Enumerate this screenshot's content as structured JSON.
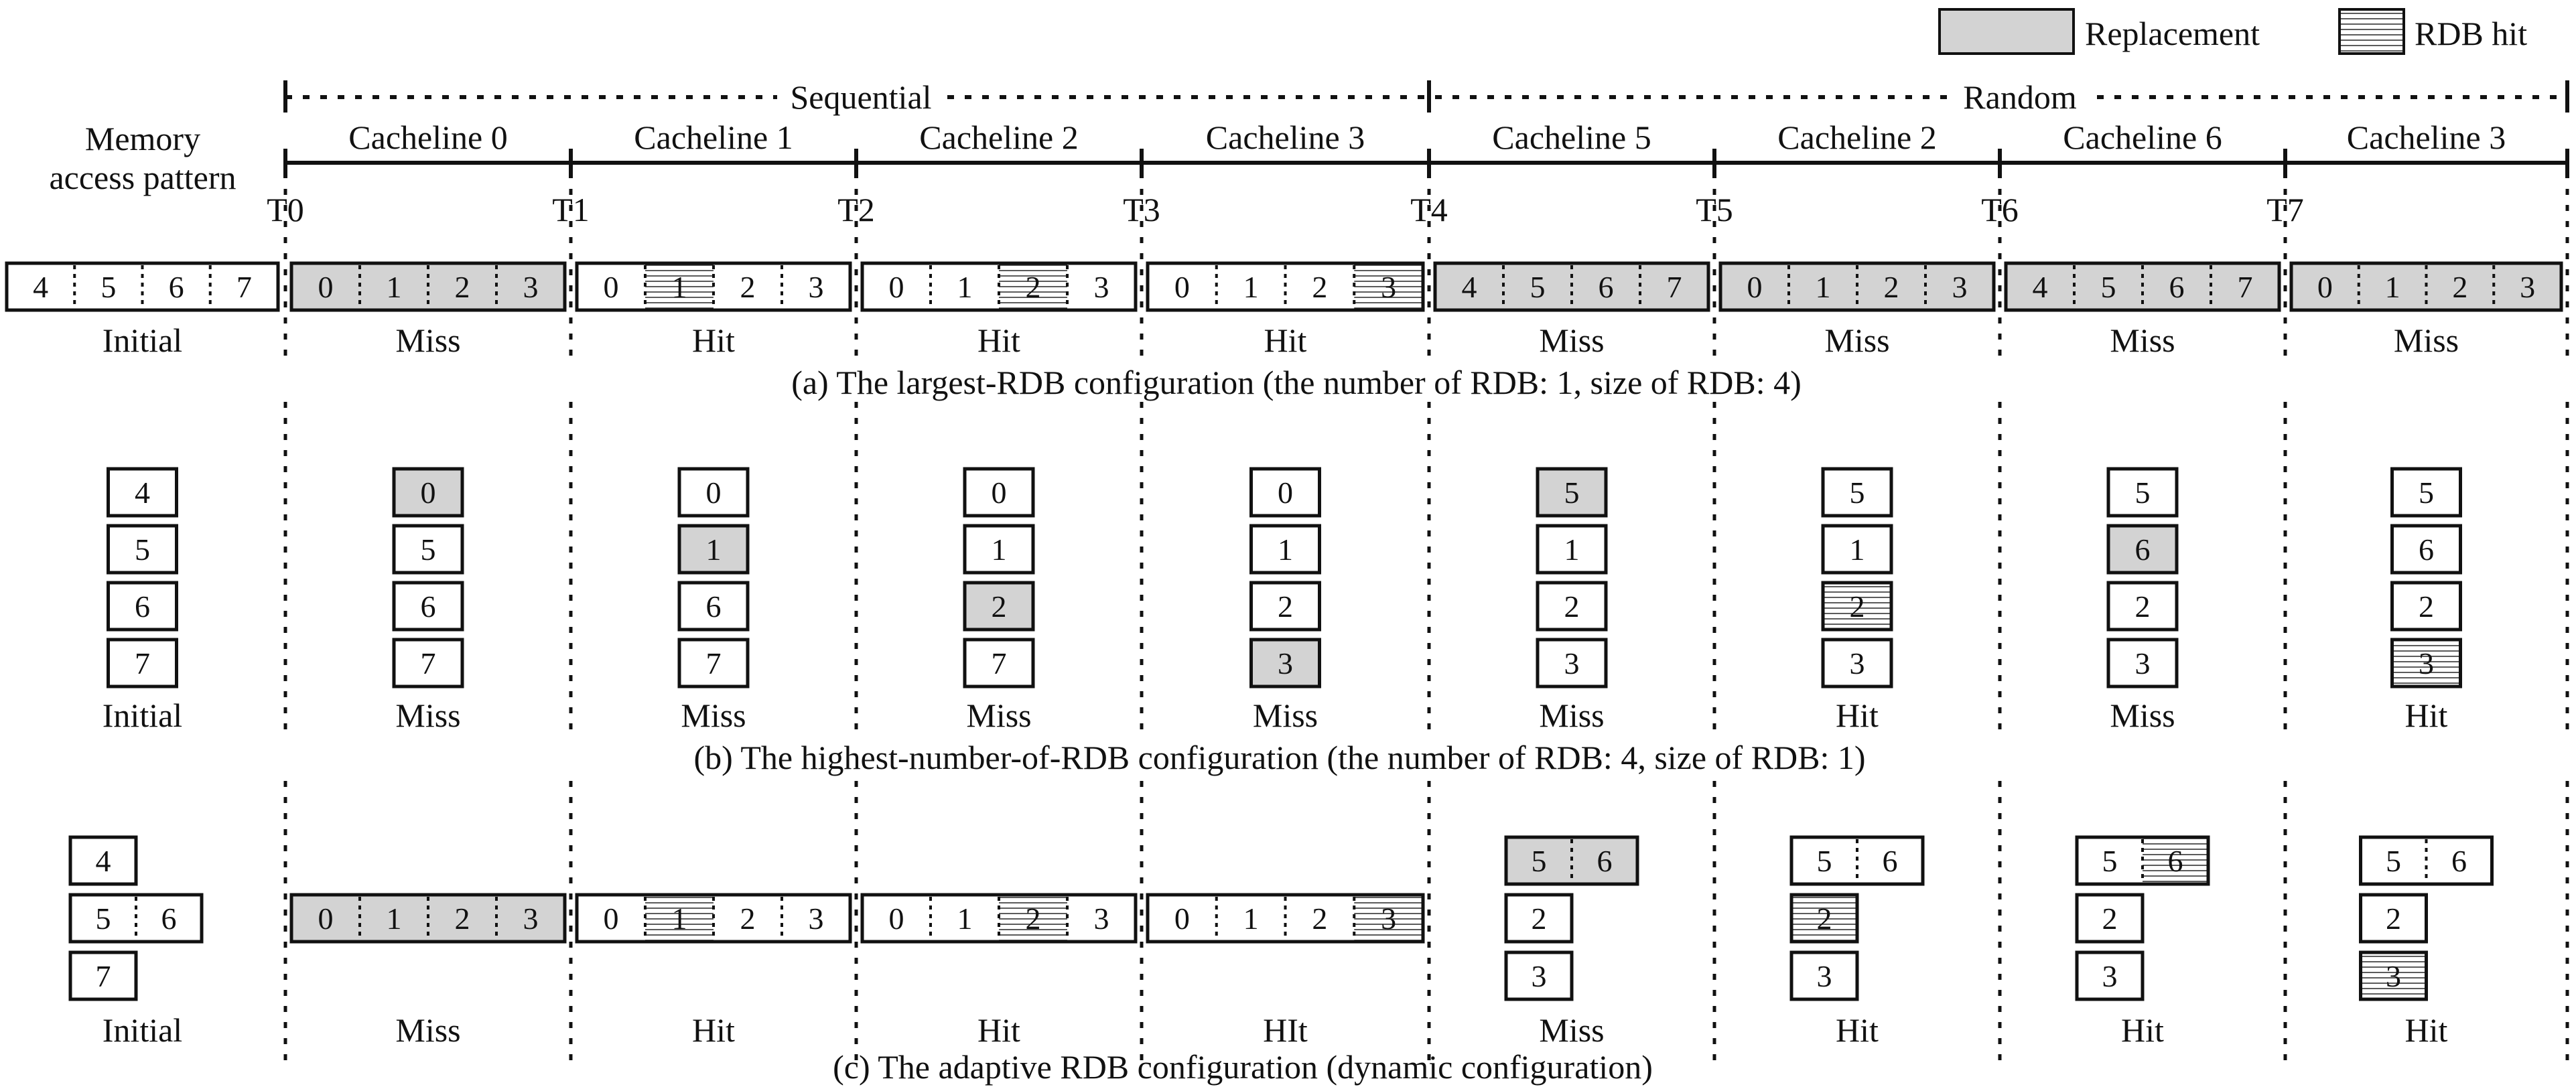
{
  "colors": {
    "replacement": "#d3d3d3",
    "stroke": "#111111",
    "background": "#ffffff"
  },
  "legend": [
    {
      "label": "Replacement",
      "pattern": "gray-fill"
    },
    {
      "label": "RDB hit",
      "pattern": "horizontal-stripes"
    }
  ],
  "header": {
    "row_label": [
      "Memory",
      "access pattern"
    ],
    "groups": [
      "Sequential",
      "Random"
    ],
    "accesses": [
      "Cacheline 0",
      "Cacheline 1",
      "Cacheline 2",
      "Cacheline 3",
      "Cacheline 5",
      "Cacheline 2",
      "Cacheline 6",
      "Cacheline 3"
    ],
    "times": [
      "T0",
      "T1",
      "T2",
      "T3",
      "T4",
      "T5",
      "T6",
      "T7"
    ]
  },
  "panels": [
    {
      "id": "a",
      "caption": "(a) The largest-RDB configuration (the number of RDB: 1, size of RDB: 4)",
      "states": [
        {
          "label": "Initial",
          "buffers": [
            {
              "cells": [
                {
                  "v": "4"
                },
                {
                  "v": "5"
                },
                {
                  "v": "6"
                },
                {
                  "v": "7"
                }
              ]
            }
          ]
        },
        {
          "label": "Miss",
          "buffers": [
            {
              "cells": [
                {
                  "v": "0",
                  "s": "replace"
                },
                {
                  "v": "1",
                  "s": "replace"
                },
                {
                  "v": "2",
                  "s": "replace"
                },
                {
                  "v": "3",
                  "s": "replace"
                }
              ]
            }
          ]
        },
        {
          "label": "Hit",
          "buffers": [
            {
              "cells": [
                {
                  "v": "0"
                },
                {
                  "v": "1",
                  "s": "hit"
                },
                {
                  "v": "2"
                },
                {
                  "v": "3"
                }
              ]
            }
          ]
        },
        {
          "label": "Hit",
          "buffers": [
            {
              "cells": [
                {
                  "v": "0"
                },
                {
                  "v": "1"
                },
                {
                  "v": "2",
                  "s": "hit"
                },
                {
                  "v": "3"
                }
              ]
            }
          ]
        },
        {
          "label": "Hit",
          "buffers": [
            {
              "cells": [
                {
                  "v": "0"
                },
                {
                  "v": "1"
                },
                {
                  "v": "2"
                },
                {
                  "v": "3",
                  "s": "hit"
                }
              ]
            }
          ]
        },
        {
          "label": "Miss",
          "buffers": [
            {
              "cells": [
                {
                  "v": "4",
                  "s": "replace"
                },
                {
                  "v": "5",
                  "s": "replace"
                },
                {
                  "v": "6",
                  "s": "replace"
                },
                {
                  "v": "7",
                  "s": "replace"
                }
              ]
            }
          ]
        },
        {
          "label": "Miss",
          "buffers": [
            {
              "cells": [
                {
                  "v": "0",
                  "s": "replace"
                },
                {
                  "v": "1",
                  "s": "replace"
                },
                {
                  "v": "2",
                  "s": "replace"
                },
                {
                  "v": "3",
                  "s": "replace"
                }
              ]
            }
          ]
        },
        {
          "label": "Miss",
          "buffers": [
            {
              "cells": [
                {
                  "v": "4",
                  "s": "replace"
                },
                {
                  "v": "5",
                  "s": "replace"
                },
                {
                  "v": "6",
                  "s": "replace"
                },
                {
                  "v": "7",
                  "s": "replace"
                }
              ]
            }
          ]
        },
        {
          "label": "Miss",
          "buffers": [
            {
              "cells": [
                {
                  "v": "0",
                  "s": "replace"
                },
                {
                  "v": "1",
                  "s": "replace"
                },
                {
                  "v": "2",
                  "s": "replace"
                },
                {
                  "v": "3",
                  "s": "replace"
                }
              ]
            }
          ]
        }
      ]
    },
    {
      "id": "b",
      "caption": "(b) The highest-number-of-RDB configuration (the number of RDB: 4, size of RDB: 1)",
      "states": [
        {
          "label": "Initial",
          "buffers": [
            {
              "cells": [
                {
                  "v": "4"
                }
              ]
            },
            {
              "cells": [
                {
                  "v": "5"
                }
              ]
            },
            {
              "cells": [
                {
                  "v": "6"
                }
              ]
            },
            {
              "cells": [
                {
                  "v": "7"
                }
              ]
            }
          ]
        },
        {
          "label": "Miss",
          "buffers": [
            {
              "cells": [
                {
                  "v": "0",
                  "s": "replace"
                }
              ]
            },
            {
              "cells": [
                {
                  "v": "5"
                }
              ]
            },
            {
              "cells": [
                {
                  "v": "6"
                }
              ]
            },
            {
              "cells": [
                {
                  "v": "7"
                }
              ]
            }
          ]
        },
        {
          "label": "Miss",
          "buffers": [
            {
              "cells": [
                {
                  "v": "0"
                }
              ]
            },
            {
              "cells": [
                {
                  "v": "1",
                  "s": "replace"
                }
              ]
            },
            {
              "cells": [
                {
                  "v": "6"
                }
              ]
            },
            {
              "cells": [
                {
                  "v": "7"
                }
              ]
            }
          ]
        },
        {
          "label": "Miss",
          "buffers": [
            {
              "cells": [
                {
                  "v": "0"
                }
              ]
            },
            {
              "cells": [
                {
                  "v": "1"
                }
              ]
            },
            {
              "cells": [
                {
                  "v": "2",
                  "s": "replace"
                }
              ]
            },
            {
              "cells": [
                {
                  "v": "7"
                }
              ]
            }
          ]
        },
        {
          "label": "Miss",
          "buffers": [
            {
              "cells": [
                {
                  "v": "0"
                }
              ]
            },
            {
              "cells": [
                {
                  "v": "1"
                }
              ]
            },
            {
              "cells": [
                {
                  "v": "2"
                }
              ]
            },
            {
              "cells": [
                {
                  "v": "3",
                  "s": "replace"
                }
              ]
            }
          ]
        },
        {
          "label": "Miss",
          "buffers": [
            {
              "cells": [
                {
                  "v": "5",
                  "s": "replace"
                }
              ]
            },
            {
              "cells": [
                {
                  "v": "1"
                }
              ]
            },
            {
              "cells": [
                {
                  "v": "2"
                }
              ]
            },
            {
              "cells": [
                {
                  "v": "3"
                }
              ]
            }
          ]
        },
        {
          "label": "Hit",
          "buffers": [
            {
              "cells": [
                {
                  "v": "5"
                }
              ]
            },
            {
              "cells": [
                {
                  "v": "1"
                }
              ]
            },
            {
              "cells": [
                {
                  "v": "2",
                  "s": "hit"
                }
              ]
            },
            {
              "cells": [
                {
                  "v": "3"
                }
              ]
            }
          ]
        },
        {
          "label": "Miss",
          "buffers": [
            {
              "cells": [
                {
                  "v": "5"
                }
              ]
            },
            {
              "cells": [
                {
                  "v": "6",
                  "s": "replace"
                }
              ]
            },
            {
              "cells": [
                {
                  "v": "2"
                }
              ]
            },
            {
              "cells": [
                {
                  "v": "3"
                }
              ]
            }
          ]
        },
        {
          "label": "Hit",
          "buffers": [
            {
              "cells": [
                {
                  "v": "5"
                }
              ]
            },
            {
              "cells": [
                {
                  "v": "6"
                }
              ]
            },
            {
              "cells": [
                {
                  "v": "2"
                }
              ]
            },
            {
              "cells": [
                {
                  "v": "3",
                  "s": "hit"
                }
              ]
            }
          ]
        }
      ]
    },
    {
      "id": "c",
      "caption": "(c) The adaptive RDB configuration (dynamic configuration)",
      "states": [
        {
          "label": "Initial",
          "buffers": [
            {
              "cells": [
                {
                  "v": "4"
                }
              ]
            },
            {
              "cells": [
                {
                  "v": "5"
                },
                {
                  "v": "6"
                }
              ]
            },
            {
              "cells": [
                {
                  "v": "7"
                }
              ]
            }
          ]
        },
        {
          "label": "Miss",
          "buffers": [
            {
              "cells": [
                {
                  "v": "0",
                  "s": "replace"
                },
                {
                  "v": "1",
                  "s": "replace"
                },
                {
                  "v": "2",
                  "s": "replace"
                },
                {
                  "v": "3",
                  "s": "replace"
                }
              ]
            }
          ]
        },
        {
          "label": "Hit",
          "buffers": [
            {
              "cells": [
                {
                  "v": "0"
                },
                {
                  "v": "1",
                  "s": "hit"
                },
                {
                  "v": "2"
                },
                {
                  "v": "3"
                }
              ]
            }
          ]
        },
        {
          "label": "Hit",
          "buffers": [
            {
              "cells": [
                {
                  "v": "0"
                },
                {
                  "v": "1"
                },
                {
                  "v": "2",
                  "s": "hit"
                },
                {
                  "v": "3"
                }
              ]
            }
          ]
        },
        {
          "label": "HIt",
          "buffers": [
            {
              "cells": [
                {
                  "v": "0"
                },
                {
                  "v": "1"
                },
                {
                  "v": "2"
                },
                {
                  "v": "3",
                  "s": "hit"
                }
              ]
            }
          ]
        },
        {
          "label": "Miss",
          "buffers": [
            {
              "cells": [
                {
                  "v": "5",
                  "s": "replace"
                },
                {
                  "v": "6",
                  "s": "replace"
                }
              ]
            },
            {
              "cells": [
                {
                  "v": "2"
                }
              ]
            },
            {
              "cells": [
                {
                  "v": "3"
                }
              ]
            }
          ]
        },
        {
          "label": "Hit",
          "buffers": [
            {
              "cells": [
                {
                  "v": "5"
                },
                {
                  "v": "6"
                }
              ]
            },
            {
              "cells": [
                {
                  "v": "2",
                  "s": "hit"
                }
              ]
            },
            {
              "cells": [
                {
                  "v": "3"
                }
              ]
            }
          ]
        },
        {
          "label": "Hit",
          "buffers": [
            {
              "cells": [
                {
                  "v": "5"
                },
                {
                  "v": "6",
                  "s": "hit"
                }
              ]
            },
            {
              "cells": [
                {
                  "v": "2"
                }
              ]
            },
            {
              "cells": [
                {
                  "v": "3"
                }
              ]
            }
          ]
        },
        {
          "label": "Hit",
          "buffers": [
            {
              "cells": [
                {
                  "v": "5"
                },
                {
                  "v": "6"
                }
              ]
            },
            {
              "cells": [
                {
                  "v": "2"
                }
              ]
            },
            {
              "cells": [
                {
                  "v": "3",
                  "s": "hit"
                }
              ]
            }
          ]
        }
      ]
    }
  ]
}
